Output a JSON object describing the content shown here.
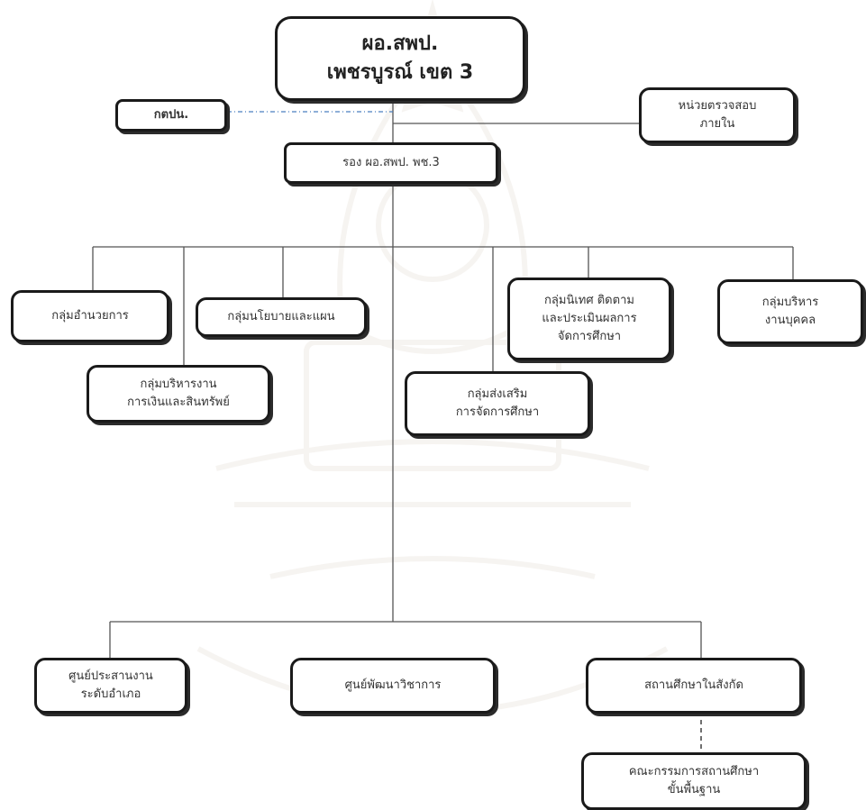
{
  "top": {
    "line1": "ผอ.สพป.",
    "line2": "เพชรบูรณ์ เขต 3"
  },
  "side_left": {
    "label": "กตปน."
  },
  "side_right": {
    "line1": "หน่วยตรวจสอบ",
    "line2": "ภายใน"
  },
  "deputy": {
    "label": "รอง ผอ.สพป. พช.3"
  },
  "groups": {
    "admin": {
      "label": "กลุ่มอำนวยการ"
    },
    "finance": {
      "line1": "กลุ่มบริหารงาน",
      "line2": "การเงินและสินทรัพย์"
    },
    "policy": {
      "label": "กลุ่มนโยบายและแผน"
    },
    "promotion": {
      "line1": "กลุ่มส่งเสริม",
      "line2": "การจัดการศึกษา"
    },
    "supervision": {
      "line1": "กลุ่มนิเทศ ติดตาม",
      "line2": "และประเมินผลการ",
      "line3": "จัดการศึกษา"
    },
    "personnel": {
      "line1": "กลุ่มบริหาร",
      "line2": "งานบุคคล"
    }
  },
  "centers": {
    "coordination": {
      "line1": "ศูนย์ประสานงาน",
      "line2": "ระดับอำเภอ"
    },
    "academic": {
      "label": "ศูนย์พัฒนาวิชาการ"
    },
    "schools": {
      "label": "สถานศึกษาในสังกัด"
    }
  },
  "board": {
    "line1": "คณะกรรมการสถานศึกษา",
    "line2": "ขั้นพื้นฐาน"
  },
  "colors": {
    "border": "#1a1a1a",
    "dotted_link": "#4a7fc0",
    "watermark": "#8b6b4a"
  }
}
